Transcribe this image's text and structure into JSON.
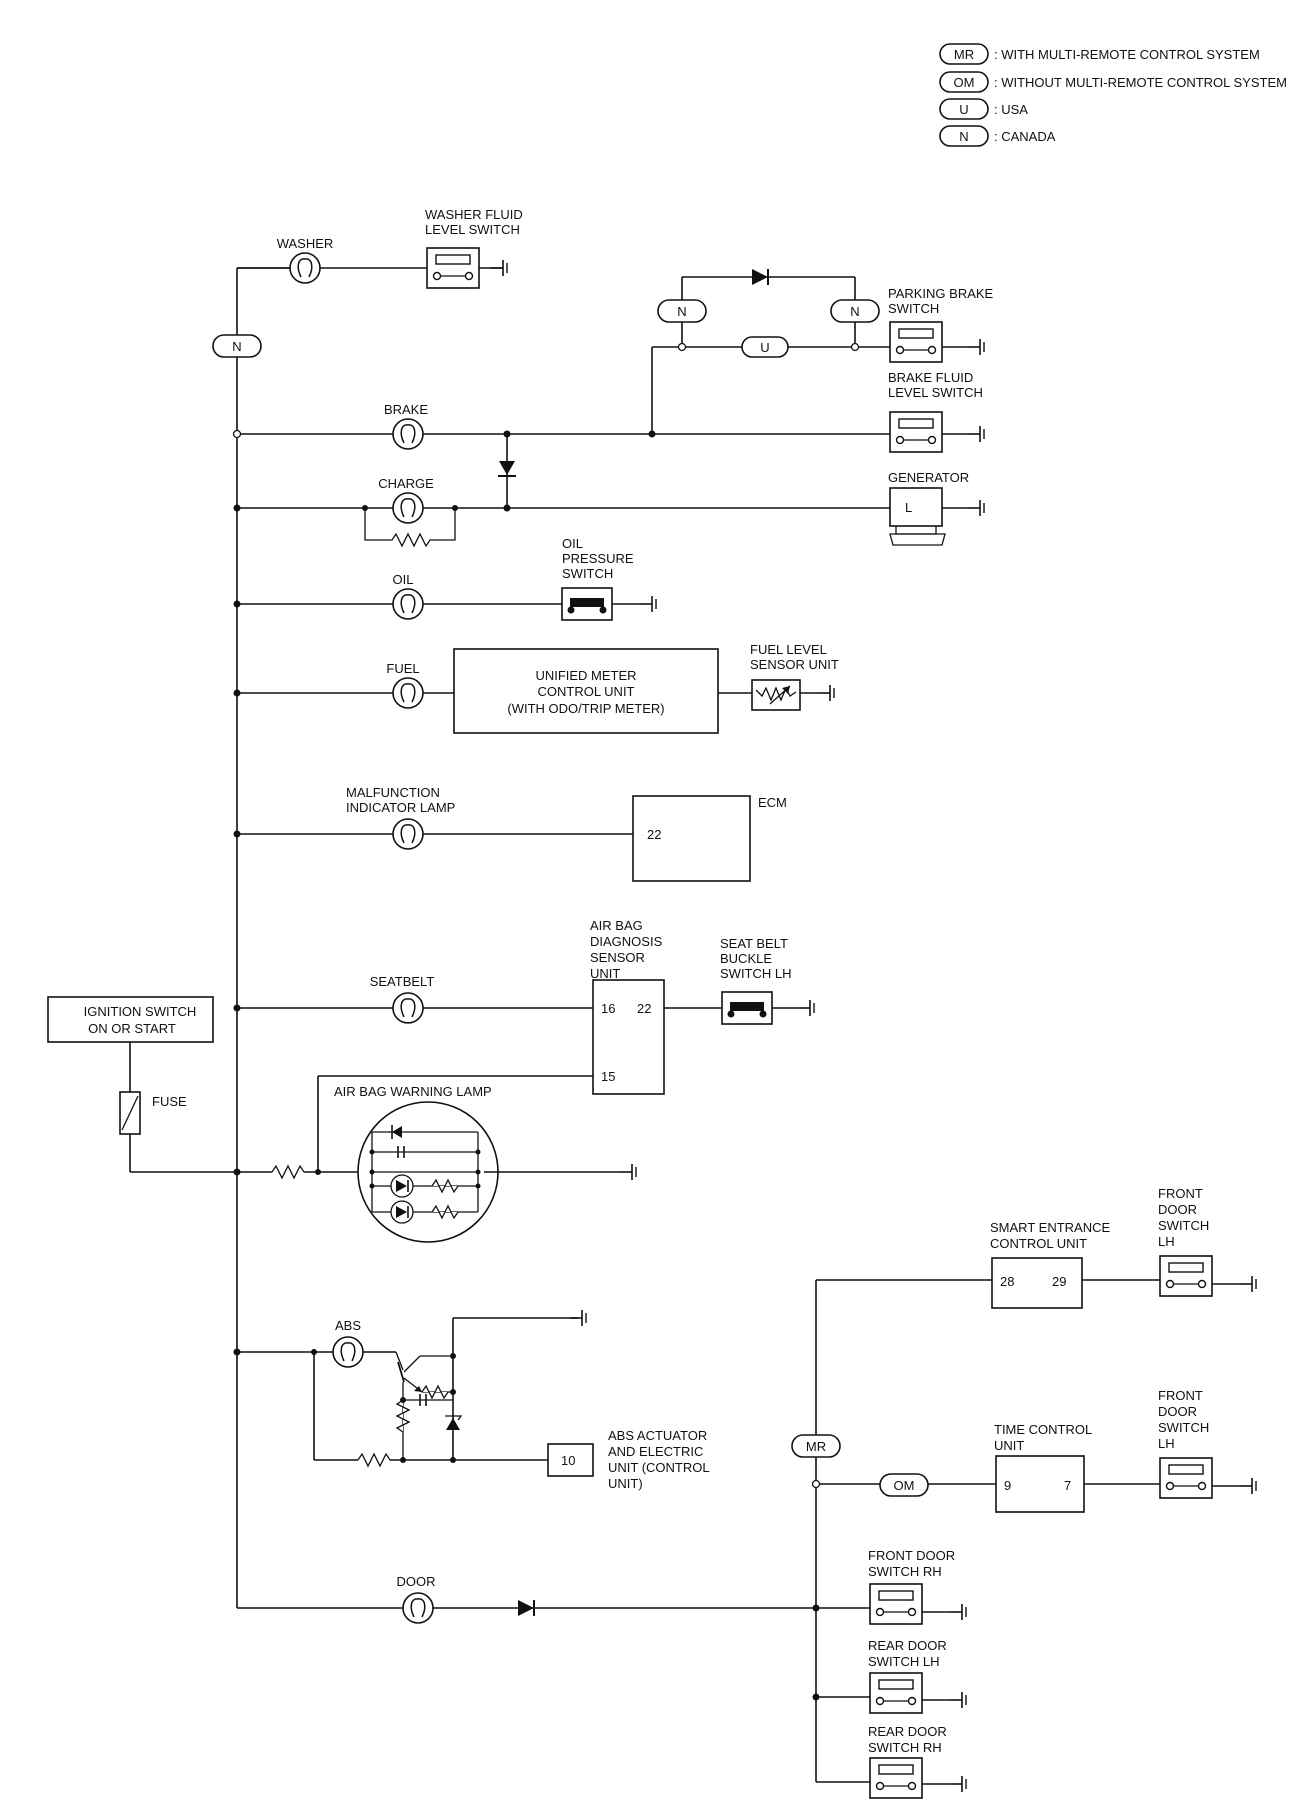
{
  "legend": {
    "items": [
      {
        "code": "MR",
        "text": ": WITH MULTI-REMOTE CONTROL SYSTEM"
      },
      {
        "code": "OM",
        "text": ": WITHOUT MULTI-REMOTE CONTROL SYSTEM"
      },
      {
        "code": "U",
        "text": ": USA"
      },
      {
        "code": "N",
        "text": ": CANADA"
      }
    ]
  },
  "power": {
    "ignition_line1": "IGNITION SWITCH",
    "ignition_line2": "ON OR START",
    "fuse": "FUSE"
  },
  "lamps": {
    "washer": "WASHER",
    "brake": "BRAKE",
    "charge": "CHARGE",
    "oil": "OIL",
    "fuel": "FUEL",
    "mil_line1": "MALFUNCTION",
    "mil_line2": "INDICATOR LAMP",
    "seatbelt": "SEATBELT",
    "airbag": "AIR BAG WARNING LAMP",
    "abs": "ABS",
    "door": "DOOR"
  },
  "components": {
    "washer_fluid_switch": [
      "WASHER FLUID",
      "LEVEL SWITCH"
    ],
    "parking_brake_switch": [
      "PARKING BRAKE",
      "SWITCH"
    ],
    "brake_fluid_switch": [
      "BRAKE FLUID",
      "LEVEL SWITCH"
    ],
    "generator": "GENERATOR",
    "generator_terminal": "L",
    "oil_pressure_switch": [
      "OIL",
      "PRESSURE",
      "SWITCH"
    ],
    "unified_meter": [
      "UNIFIED METER",
      "CONTROL UNIT",
      "(WITH ODO/TRIP METER)"
    ],
    "fuel_sender": [
      "FUEL LEVEL",
      "SENSOR UNIT"
    ],
    "ecm": "ECM",
    "ecm_pin": "22",
    "airbag_unit": [
      "AIR BAG",
      "DIAGNOSIS",
      "SENSOR",
      "UNIT"
    ],
    "airbag_pins": {
      "p16": "16",
      "p22": "22",
      "p15": "15"
    },
    "seatbelt_switch": [
      "SEAT BELT",
      "BUCKLE",
      "SWITCH LH"
    ],
    "abs_unit": [
      "ABS ACTUATOR",
      "AND ELECTRIC",
      "UNIT (CONTROL",
      "UNIT)"
    ],
    "abs_pin": "10",
    "smart_entrance": [
      "SMART ENTRANCE",
      "CONTROL UNIT"
    ],
    "smart_pins": {
      "p28": "28",
      "p29": "29"
    },
    "front_door_lh_1": [
      "FRONT",
      "DOOR",
      "SWITCH",
      "LH"
    ],
    "time_control": [
      "TIME CONTROL",
      "UNIT"
    ],
    "time_pins": {
      "p9": "9",
      "p7": "7"
    },
    "front_door_lh_2": [
      "FRONT",
      "DOOR",
      "SWITCH",
      "LH"
    ],
    "front_door_rh": [
      "FRONT DOOR",
      "SWITCH RH"
    ],
    "rear_door_lh": [
      "REAR DOOR",
      "SWITCH LH"
    ],
    "rear_door_rh": [
      "REAR DOOR",
      "SWITCH RH"
    ]
  },
  "variant_tags": {
    "n_washer": "N",
    "n_left": "N",
    "n_right": "N",
    "u_tag": "U",
    "mr_tag": "MR",
    "om_tag": "OM"
  }
}
